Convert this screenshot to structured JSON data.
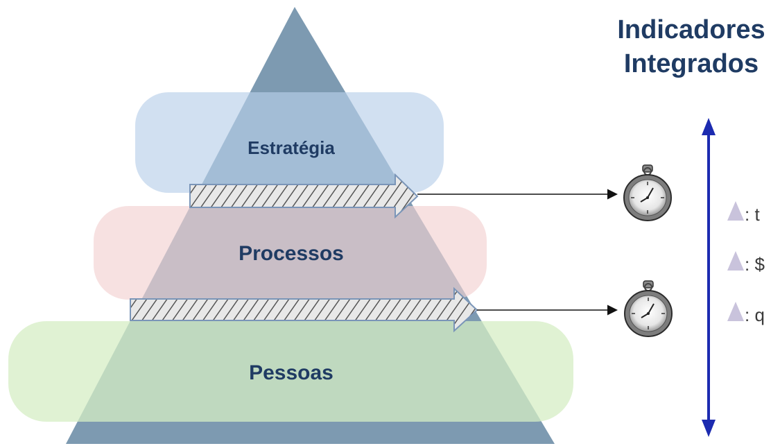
{
  "title": {
    "line1": "Indicadores",
    "line2": "Integrados"
  },
  "layers": [
    {
      "label": "Estratégia",
      "color": "#b9d0ea"
    },
    {
      "label": "Processos",
      "color": "#f3d1d1"
    },
    {
      "label": "Pessoas",
      "color": "#d6edc4"
    }
  ],
  "pyramid_color": "#6f8fa8",
  "arrows": [
    {
      "from": "Estratégia",
      "to": "Processos",
      "target_icon": "stopwatch-icon"
    },
    {
      "from": "Processos",
      "to": "Pessoas",
      "target_icon": "stopwatch-icon"
    }
  ],
  "indicator_axis_color": "#1c2bb0",
  "legend": [
    {
      "icon": "triangle-icon",
      "text": ": t"
    },
    {
      "icon": "triangle-icon",
      "text": ": $"
    },
    {
      "icon": "triangle-icon",
      "text": ": q"
    }
  ],
  "legend_icon_color": "#c9c3dc"
}
